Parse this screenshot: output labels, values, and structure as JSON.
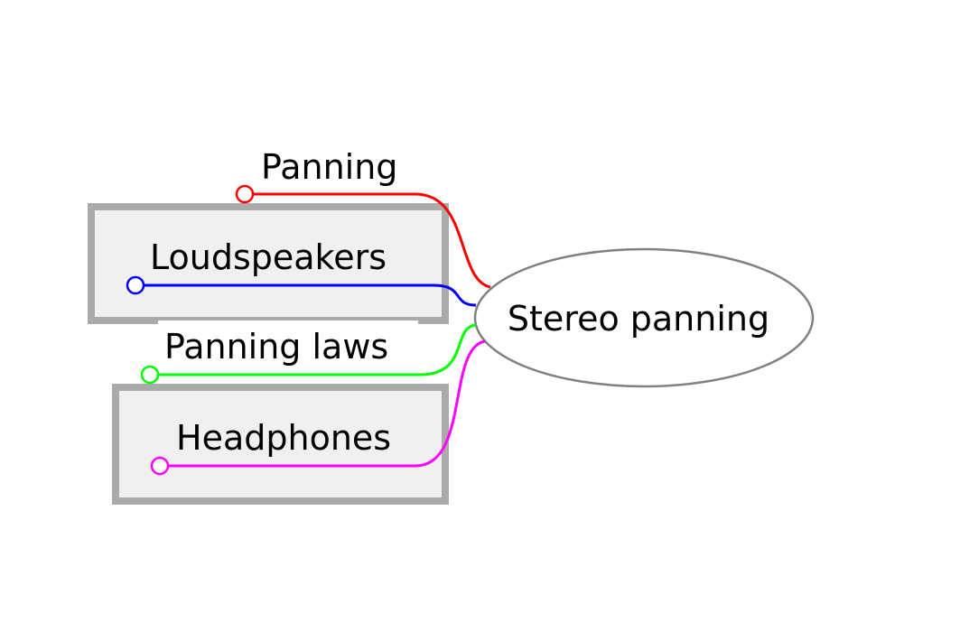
{
  "mindmap": {
    "root": {
      "label": "Stereo panning",
      "stroke": "#808080",
      "fill": "#ffffff"
    },
    "branches": [
      {
        "label": "Panning",
        "color": "#ff0000",
        "boxed": false
      },
      {
        "label": "Loudspeakers",
        "color": "#0000ff",
        "boxed": true
      },
      {
        "label": "Panning laws",
        "color": "#00ff00",
        "boxed": false
      },
      {
        "label": "Headphones",
        "color": "#ff00ff",
        "boxed": true
      }
    ],
    "box_stroke": "#aaaaaa",
    "box_fill": "#f0f0f0"
  }
}
